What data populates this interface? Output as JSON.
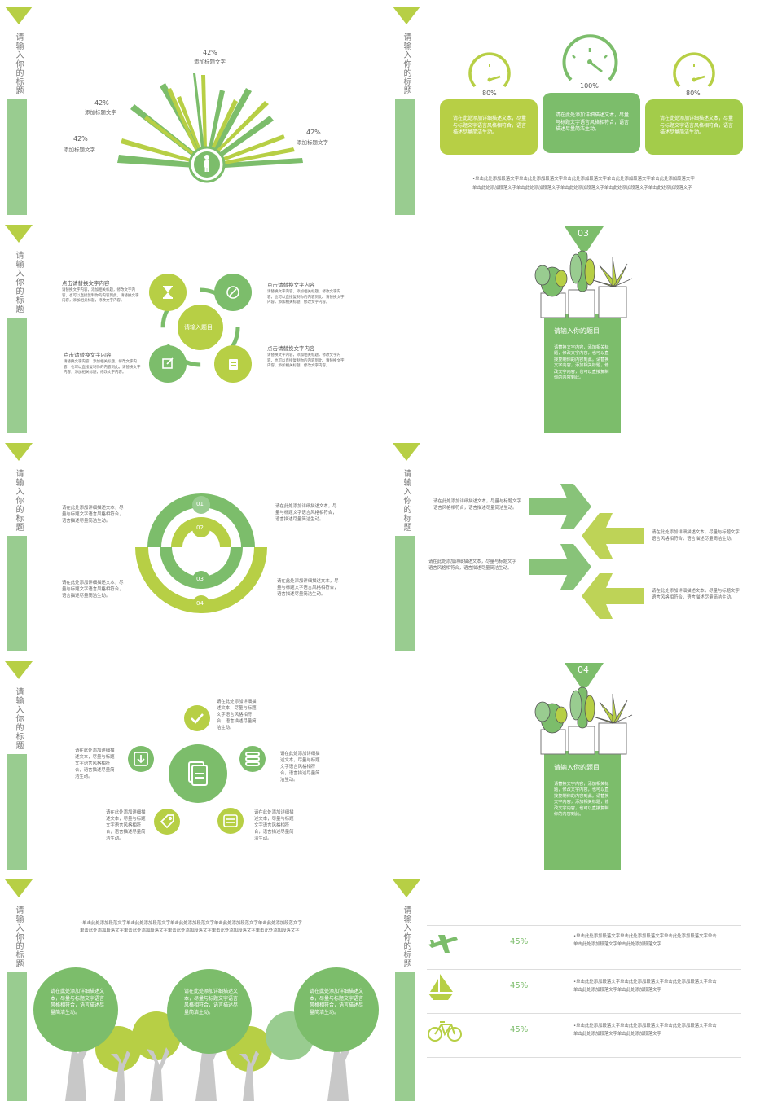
{
  "common": {
    "vertical_title": "请输入你的标题",
    "accent_green": "#7cbd6b",
    "accent_lime": "#b7cf45",
    "sidebar_green": "#99cc90"
  },
  "s1": {
    "labels": [
      {
        "pct": "42%",
        "text": "添加标题文字"
      },
      {
        "pct": "42%",
        "text": "添加标题文字"
      },
      {
        "pct": "42%",
        "text": "添加标题文字"
      },
      {
        "pct": "42%",
        "text": "添加标题文字"
      }
    ],
    "center_icon": "person-icon"
  },
  "s2": {
    "gauges": [
      {
        "pct": "80%",
        "text": "请在此处添加详细描述文本，尽量与标题文字语言风格相符合，语言描述尽量简洁生动。"
      },
      {
        "pct": "100%",
        "text": "请在此处添加详细描述文本，尽量与标题文字语言风格相符合，语言描述尽量简洁生动。"
      },
      {
        "pct": "80%",
        "text": "请在此处添加详细描述文本，尽量与标题文字语言风格相符合，语言描述尽量简洁生动。"
      }
    ],
    "footer_1": "•单击此处添加段落文字单击此处添加段落文字单击此处添加段落文字单击此处添加段落文字单击此处添加段落文字",
    "footer_2": "单击此处添加段落文字单击此处添加段落文字单击此处添加段落文字单击此处添加段落文字单击此处添加段落文字"
  },
  "s3": {
    "center": "请输入题目",
    "blocks": [
      {
        "head": "点击请替换文字内容",
        "body": "请替换文字内容，添加相关标题，修改文字内容，也可以直接复制你的内容到此。请替换文字内容，添加相关标题，修改文字内容。"
      },
      {
        "head": "点击请替换文字内容",
        "body": "请替换文字内容，添加相关标题，修改文字内容，也可以直接复制你的内容到此。请替换文字内容，添加相关标题，修改文字内容。"
      },
      {
        "head": "点击请替换文字内容",
        "body": "请替换文字内容，添加相关标题，修改文字内容，也可以直接复制你的内容到此。请替换文字内容，添加相关标题，修改文字内容。"
      },
      {
        "head": "点击请替换文字内容",
        "body": "请替换文字内容，添加相关标题，修改文字内容，也可以直接复制你的内容到此。请替换文字内容，添加相关标题，修改文字内容。"
      }
    ]
  },
  "s4": {
    "num": "03",
    "title": "请输入你的题目",
    "body": "请替换文字内容，添加相关标题，修改文字内容，也可以直接复制你的内容到此。请替换文字内容，添加相关标题，修改文字内容，也可以直接复制你的内容到此。"
  },
  "s5": {
    "nums": [
      "01",
      "02",
      "03",
      "04"
    ],
    "text": "请在此处添加详细描述文本，尽量与标题文字语言风格相符合，语言描述尽量简洁生动。"
  },
  "s6": {
    "left_text": "请在此处添加详细描述文本，尽量与标题文字语言风格相符合，语言描述尽量简洁生动。",
    "right_text": "请在此处添加详细描述文本，尽量与标题文字语言风格相符合，语言描述尽量简洁生动。"
  },
  "s7": {
    "text": "请在此处添加详细描述文本，尽量与标题文字语言风格相符合，语言描述尽量简洁生动。"
  },
  "s8": {
    "num": "04",
    "title": "请输入你的题目",
    "body": "请替换文字内容，添加相关标题，修改文字内容，也可以直接复制你的内容到此。请替换文字内容，添加相关标题，修改文字内容，也可以直接复制你的内容到此。"
  },
  "s9": {
    "header_1": "•单击此处添加段落文字单击此处添加段落文字单击此处添加段落文字单击此处添加段落文字单击此处添加段落文字",
    "header_2": "单击此处添加段落文字单击此处添加段落文字单击此处添加段落文字单击此处添加段落文字单击此处添加段落文字",
    "tree_text": "请在此处添加详细描述文本，尽量与标题文字语言风格相符合，语言描述尽量简洁生动。"
  },
  "s10": {
    "rows": [
      {
        "icon": "airplane-icon",
        "pct": "45%",
        "line1": "•单击此处添加段落文字单击此处添加段落文字单击此处添加段落文字单击",
        "line2": "单击此处添加段落文字单击此处添加段落文字"
      },
      {
        "icon": "sailboat-icon",
        "pct": "45%",
        "line1": "•单击此处添加段落文字单击此处添加段落文字单击此处添加段落文字单击",
        "line2": "单击此处添加段落文字单击此处添加段落文字"
      },
      {
        "icon": "bicycle-icon",
        "pct": "45%",
        "line1": "•单击此处添加段落文字单击此处添加段落文字单击此处添加段落文字单击",
        "line2": "单击此处添加段落文字单击此处添加段落文字"
      }
    ]
  }
}
